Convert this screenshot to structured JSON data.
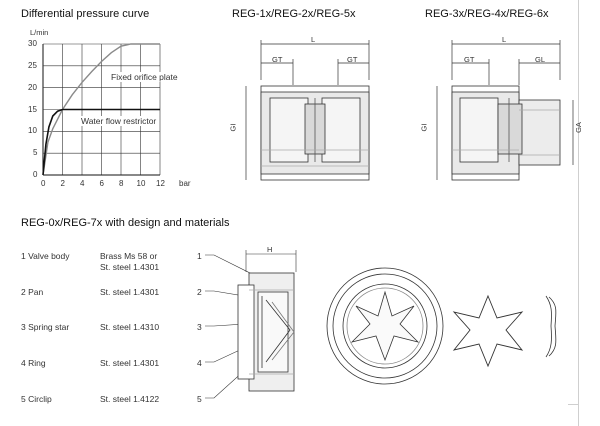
{
  "curve_section": {
    "title": "Differential pressure curve",
    "y_unit": "L/min",
    "x_unit": "bar",
    "y_ticks": [
      "30",
      "25",
      "20",
      "15",
      "10",
      "5",
      "0"
    ],
    "x_ticks": [
      "0",
      "2",
      "4",
      "6",
      "8",
      "10",
      "12"
    ],
    "series_label_orifice": "Fixed orifice plate",
    "series_label_restrictor": "Water flow restrictor"
  },
  "chart_data": {
    "type": "line",
    "title": "Differential pressure curve",
    "xlabel": "bar",
    "ylabel": "L/min",
    "xlim": [
      0,
      12
    ],
    "ylim": [
      0,
      30
    ],
    "grid": true,
    "series": [
      {
        "name": "Fixed orifice plate",
        "x": [
          0,
          0.5,
          1,
          2,
          3,
          4,
          5,
          6,
          7,
          8,
          9,
          10,
          11,
          12
        ],
        "y": [
          0,
          7.5,
          10.6,
          15,
          18.4,
          21.2,
          23.7,
          26,
          28,
          29.5,
          30,
          30,
          30,
          30
        ]
      },
      {
        "name": "Water flow restrictor",
        "x": [
          0,
          0.3,
          0.6,
          1,
          1.5,
          2,
          4,
          6,
          8,
          10,
          12
        ],
        "y": [
          0,
          7,
          11,
          13.5,
          14.6,
          15,
          15,
          15,
          15,
          15,
          15
        ]
      }
    ]
  },
  "drawing_a": {
    "title": "REG-1x/REG-2x/REG-5x",
    "dim_L": "L",
    "dim_GT_left": "GT",
    "dim_GT_right": "GT",
    "dim_GI": "GI"
  },
  "drawing_b": {
    "title": "REG-3x/REG-4x/REG-6x",
    "dim_L": "L",
    "dim_GT": "GT",
    "dim_GL": "GL",
    "dim_GI": "GI",
    "dim_GA": "GA"
  },
  "materials": {
    "title": "REG-0x/REG-7x with design and materials",
    "dim_H": "H",
    "rows": [
      {
        "part": "1 Valve body",
        "material": "Brass Ms 58 or",
        "material2": "St. steel 1.4301",
        "num": "1"
      },
      {
        "part": "2 Pan",
        "material": "St. steel 1.4301",
        "material2": "",
        "num": "2"
      },
      {
        "part": "3 Spring star",
        "material": "St. steel 1.4310",
        "material2": "",
        "num": "3"
      },
      {
        "part": "4 Ring",
        "material": "St. steel 1.4301",
        "material2": "",
        "num": "4"
      },
      {
        "part": "5 Circlip",
        "material": "St. steel 1.4122",
        "material2": "",
        "num": "5"
      }
    ]
  }
}
